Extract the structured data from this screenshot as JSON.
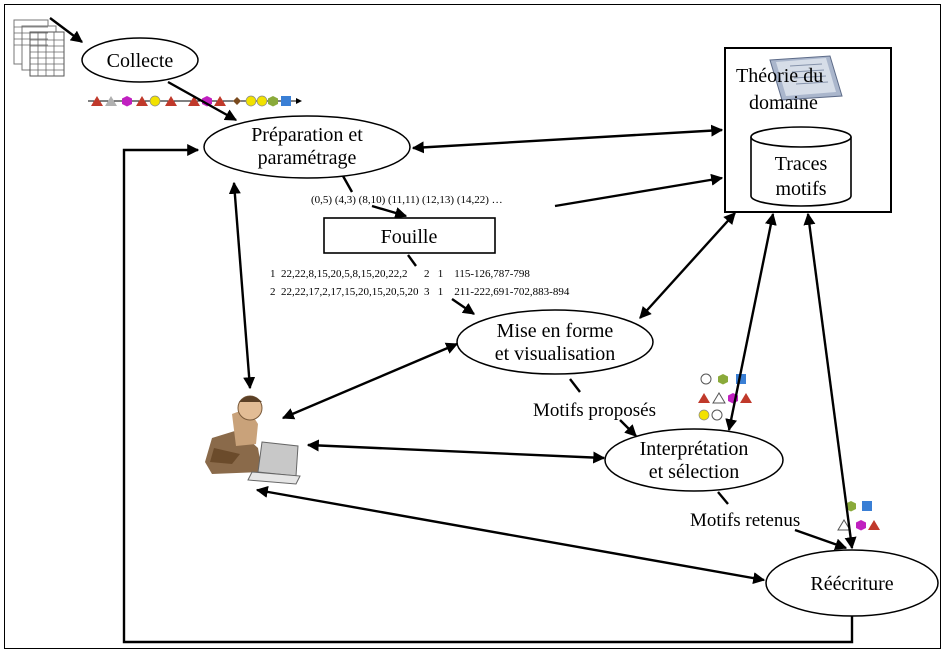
{
  "nodes": {
    "collecte": "Collecte",
    "preparation_line1": "Préparation et",
    "preparation_line2": "paramétrage",
    "fouille": "Fouille",
    "mise_en_forme_line1": "Mise en forme",
    "mise_en_forme_line2": "et visualisation",
    "interpretation_line1": "Interprétation",
    "interpretation_line2": "et sélection",
    "reecriture": "Réécriture",
    "theorie_line1": "Théorie du",
    "theorie_line2": "domaine",
    "traces_line1": "Traces",
    "traces_line2": "motifs"
  },
  "annotations": {
    "intervals": "(0,5) (4,3) (8,10) (11,11) (12,13) (14,22) …",
    "pattern_row_1": "1  22,22,8,15,20,5,8,15,20,22,2      2   1    115-126,787-798",
    "pattern_row_2": "2  22,22,17,2,17,15,20,15,20,5,20  3   1    211-222,691-702,883-894",
    "motifs_proposes": "Motifs proposés",
    "motifs_retenus": "Motifs retenus"
  },
  "colors": {
    "red": "#c0392b",
    "gray": "#b0b0b0",
    "magenta": "#c020c0",
    "yellow": "#f2e200",
    "brown": "#7a4a1e",
    "olive": "#8aaa3a",
    "blue": "#3a7fd5"
  },
  "icons": [
    "table-sheets-icon",
    "event-sequence-icon",
    "book-icon",
    "database-cylinder-icon",
    "person-at-computer-icon",
    "shape-motifs-icon"
  ]
}
